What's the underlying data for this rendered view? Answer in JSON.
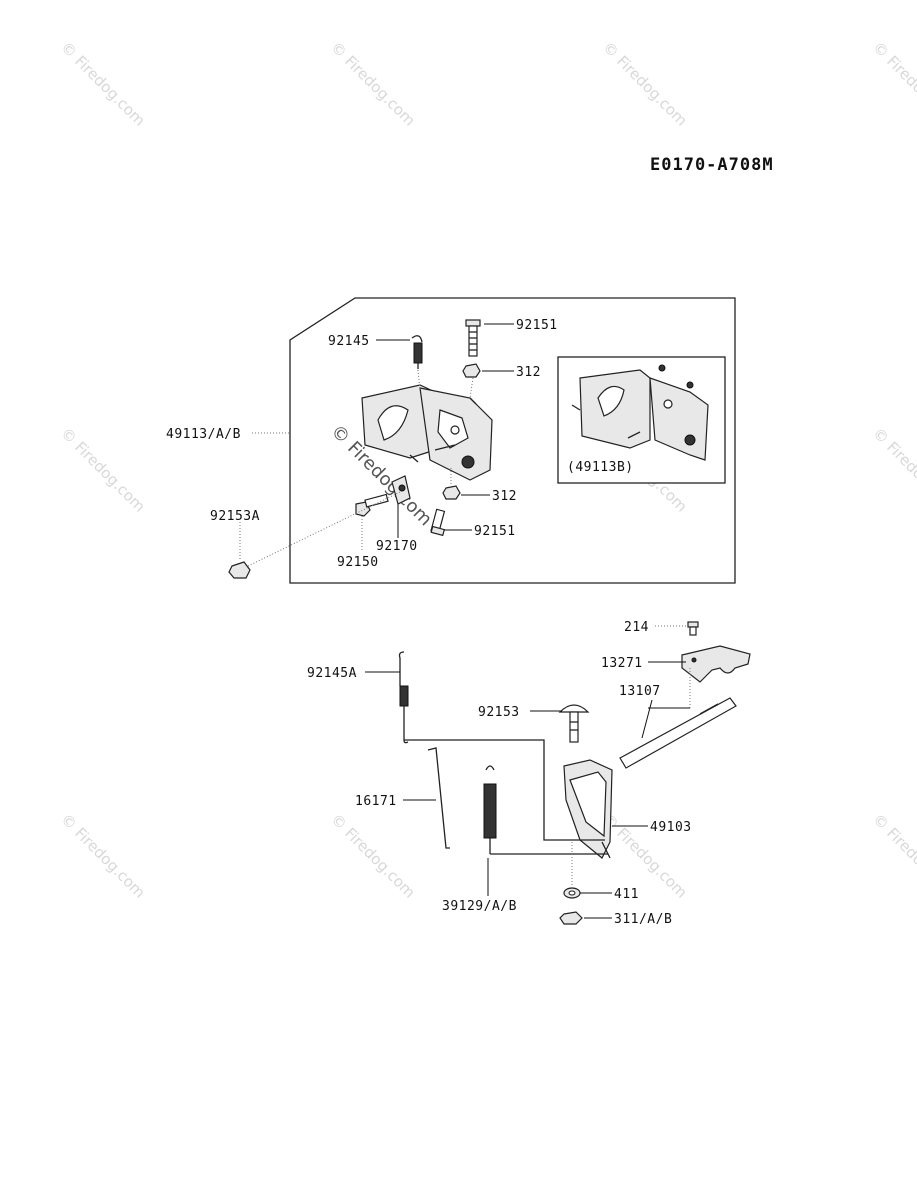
{
  "watermark": "© Firedog.com",
  "diagram_code": "E0170-A708M",
  "inset_label": "(49113B)",
  "labels": {
    "p92145": "92145",
    "p92151_top": "92151",
    "p312_top": "312",
    "p49113": "49113/A/B",
    "p312_mid": "312",
    "p92153A": "92153A",
    "p92170": "92170",
    "p92151_bot": "92151",
    "p92150": "92150",
    "p214": "214",
    "p13271": "13271",
    "p92145A": "92145A",
    "p13107": "13107",
    "p92153": "92153",
    "p16171": "16171",
    "p49103": "49103",
    "p411": "411",
    "p39129": "39129/A/B",
    "p311": "311/A/B"
  }
}
